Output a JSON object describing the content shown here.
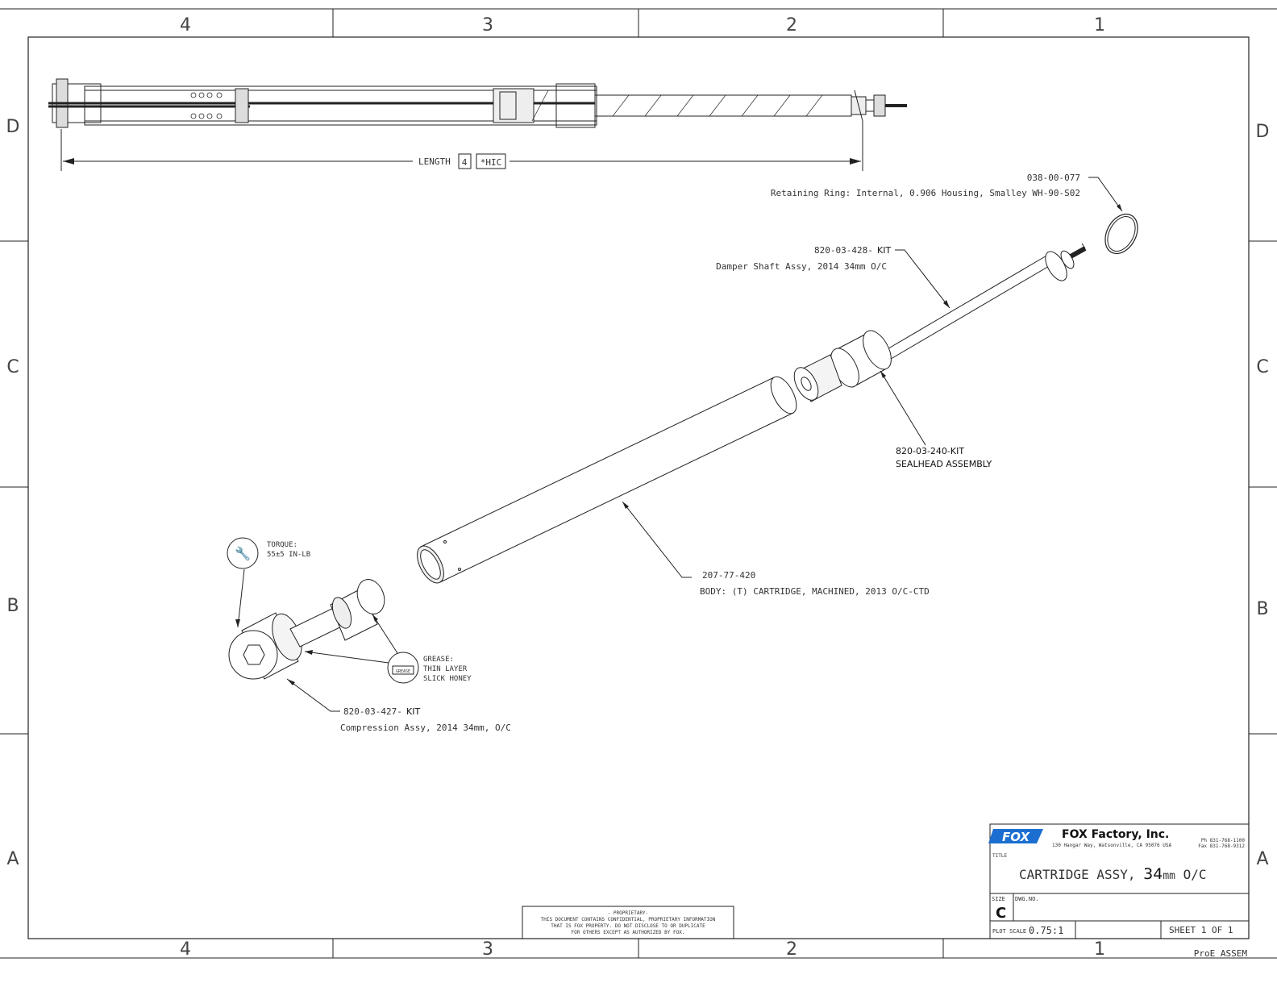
{
  "frame": {
    "top_zones": [
      "4",
      "3",
      "2",
      "1"
    ],
    "bottom_zones": [
      "4",
      "3",
      "2",
      "1"
    ],
    "left_zones": [
      "D",
      "C",
      "B",
      "A"
    ],
    "right_zones": [
      "D",
      "C",
      "B",
      "A"
    ]
  },
  "section_view": {
    "dimension_label": "LENGTH",
    "dimension_number": "4",
    "dimension_note": "*HIC"
  },
  "callouts": {
    "retaining_ring": {
      "part_number": "038-00-077",
      "description": "Retaining Ring:  Internal, 0.906 Housing, Smalley WH-90-S02"
    },
    "damper_shaft": {
      "part_number": "820-03-428-",
      "kit_suffix": "KIT",
      "description": "Damper Shaft Assy, 2014 34mm O/C"
    },
    "sealhead": {
      "part_number": "820-03-240-KIT",
      "description": "SEALHEAD ASSEMBLY"
    },
    "body": {
      "part_number": "207-77-420",
      "description": "BODY: (T) CARTRIDGE, MACHINED, 2013 O/C-CTD"
    },
    "compression": {
      "part_number": "820-03-427-",
      "kit_suffix": "KIT",
      "description": "Compression Assy, 2014 34mm, O/C"
    },
    "torque": {
      "line1": "TORQUE:",
      "line2": "55±5 IN-LB"
    },
    "grease": {
      "line1": "GREASE:",
      "line2": "THIN LAYER",
      "line3": "SLICK HONEY",
      "badge": "GREASE"
    }
  },
  "proprietary": {
    "line1": "- PROPRIETARY-",
    "line2": "THIS DOCUMENT CONTAINS CONFIDENTIAL, PROPRIETARY INFORMATION",
    "line3": "THAT IS FOX PROPERTY.  DO NOT DISCLOSE TO OR DUPLICATE",
    "line4": "FOR OTHERS EXCEPT AS AUTHORIZED BY FOX."
  },
  "title_block": {
    "logo_text": "FOX",
    "company": "FOX Factory, Inc.",
    "address": "130 Hangar Way, Watsonville, CA 95076 USA",
    "phone": "Ph 831-768-1100",
    "fax": "Fax 831-768-9312",
    "title_label": "TITLE",
    "title_prefix": "CARTRIDGE ASSY, ",
    "title_num": "34",
    "title_suffix_small": "mm",
    "title_suffix": " O/C",
    "size_label": "SIZE",
    "size_value": "C",
    "dwg_label": "DWG.NO.",
    "plot_scale_label": "PLOT SCALE",
    "plot_scale_value": "0.75:1",
    "sheet": "SHEET 1 OF 1",
    "proe": "ProE ASSEM"
  },
  "colors": {
    "line": "#222222",
    "logo_blue": "#1c6fd1"
  }
}
